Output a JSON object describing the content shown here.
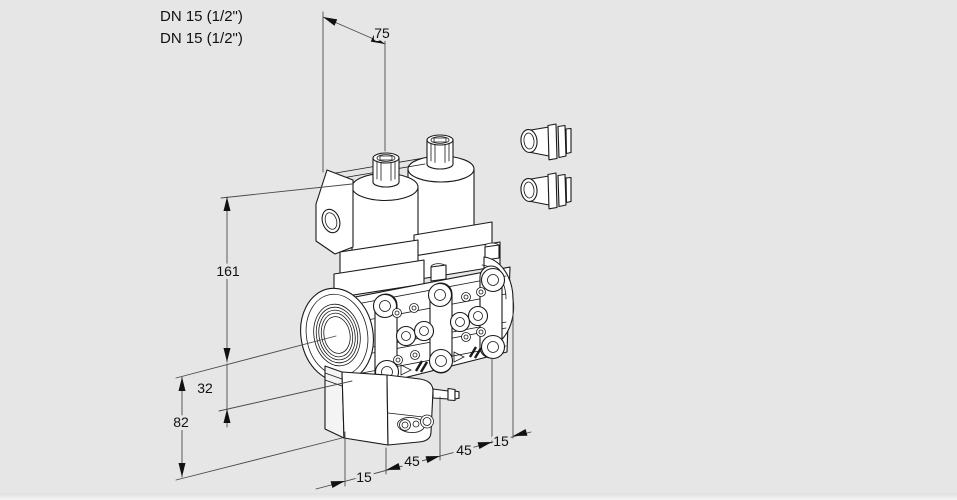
{
  "drawing": {
    "type": "isometric technical dimensional drawing",
    "subject": "double solenoid valve with two cable glands"
  },
  "colors": {
    "background": "#e6e6e6",
    "line": "#1a1a1a",
    "dimension_line": "#4a4a4a",
    "text": "#111111",
    "face_fill": "#ffffff"
  },
  "connection_labels": {
    "line1": "DN 15 (1/2\")",
    "line2": "DN 15 (1/2\")"
  },
  "dimensions": {
    "top_depth": "75",
    "height_upper": "161",
    "center_offset": "32",
    "height_lower": "82",
    "chain": [
      "15",
      "45",
      "45",
      "15"
    ]
  }
}
